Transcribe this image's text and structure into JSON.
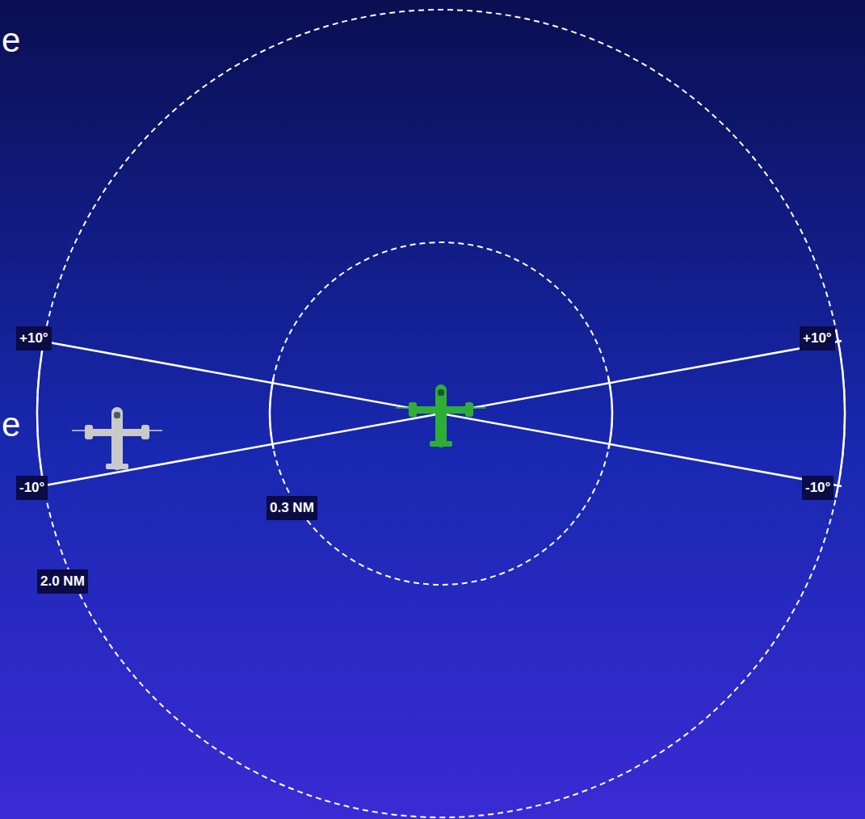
{
  "diagram": {
    "labels": [
      "+10°",
      "-10°",
      "+10°",
      "-10°",
      "0.3 NM",
      "2.0 NM",
      "e",
      "e"
    ]
  }
}
